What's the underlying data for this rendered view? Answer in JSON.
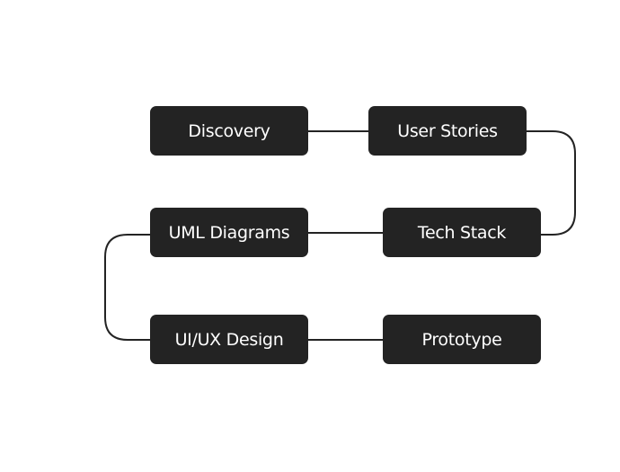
{
  "diagram": {
    "type": "flowchart",
    "nodes": [
      {
        "id": "discovery",
        "label": "Discovery"
      },
      {
        "id": "user-stories",
        "label": "User Stories"
      },
      {
        "id": "tech-stack",
        "label": "Tech Stack"
      },
      {
        "id": "uml-diagrams",
        "label": "UML Diagrams"
      },
      {
        "id": "ui-ux-design",
        "label": "UI/UX Design"
      },
      {
        "id": "prototype",
        "label": "Prototype"
      }
    ],
    "edges": [
      {
        "from": "discovery",
        "to": "user-stories"
      },
      {
        "from": "user-stories",
        "to": "tech-stack"
      },
      {
        "from": "tech-stack",
        "to": "uml-diagrams"
      },
      {
        "from": "uml-diagrams",
        "to": "ui-ux-design"
      },
      {
        "from": "ui-ux-design",
        "to": "prototype"
      }
    ],
    "colors": {
      "node_fill": "#232323",
      "node_text": "#ffffff",
      "edge": "#232323",
      "background": "#ffffff"
    }
  }
}
